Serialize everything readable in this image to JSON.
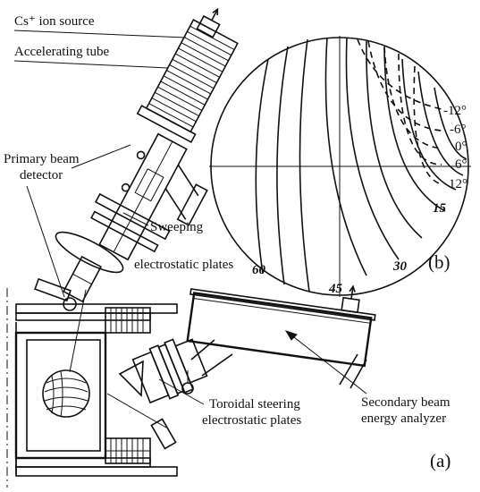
{
  "labels": {
    "ion_source": "Cs⁺ ion source",
    "accelerating_tube": "Accelerating tube",
    "primary_beam_detector_line1": "Primary beam",
    "primary_beam_detector_line2": "detector",
    "sweeping_line1": "Sweeping",
    "sweeping_line2": "electrostatic plates",
    "toroidal_line1": "Toroidal steering",
    "toroidal_line2": "electrostatic plates",
    "secondary_line1": "Secondary beam",
    "secondary_line2": "energy analyzer",
    "panel_a": "(a)",
    "panel_b": "(b)"
  },
  "angle_labels": [
    "-12°",
    "-6°",
    "0°",
    "6°",
    "12°"
  ],
  "polar_labels": [
    "15",
    "30",
    "45",
    "60"
  ]
}
